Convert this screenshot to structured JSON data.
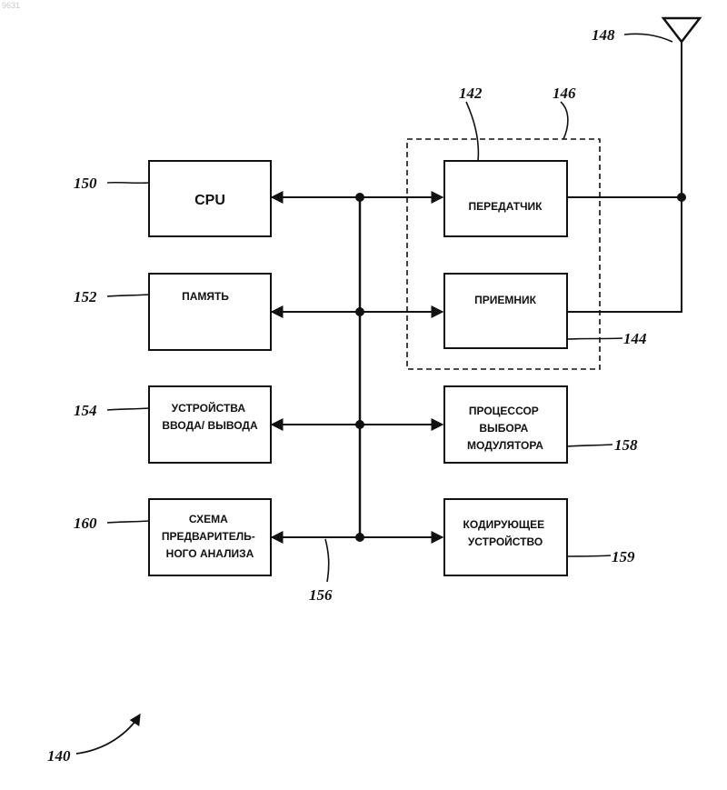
{
  "corner_mark": "9631",
  "blocks": {
    "cpu": {
      "lines": [
        "CPU"
      ],
      "ref": "150"
    },
    "memory": {
      "lines": [
        "ПАМЯТЬ"
      ],
      "ref": "152"
    },
    "io": {
      "lines": [
        "УСТРОЙСТВА",
        "ВВОДА/ ВЫВОДА"
      ],
      "ref": "154"
    },
    "preanalysis": {
      "lines": [
        "СХЕМА",
        "ПРЕДВАРИТЕЛЬ-",
        "НОГО АНАЛИЗА"
      ],
      "ref": "160"
    },
    "transmitter": {
      "lines": [
        "ПЕРЕДАТЧИК"
      ],
      "ref": "142"
    },
    "receiver": {
      "lines": [
        "ПРИЕМНИК"
      ],
      "ref": "144"
    },
    "modulator_selector": {
      "lines": [
        "ПРОЦЕССОР",
        "ВЫБОРА",
        "МОДУЛЯТОРА"
      ],
      "ref": "158"
    },
    "encoder": {
      "lines": [
        "КОДИРУЮЩЕЕ",
        "УСТРОЙСТВО"
      ],
      "ref": "159"
    }
  },
  "refs": {
    "transceiver": "146",
    "antenna": "148",
    "bus": "156",
    "system": "140"
  }
}
